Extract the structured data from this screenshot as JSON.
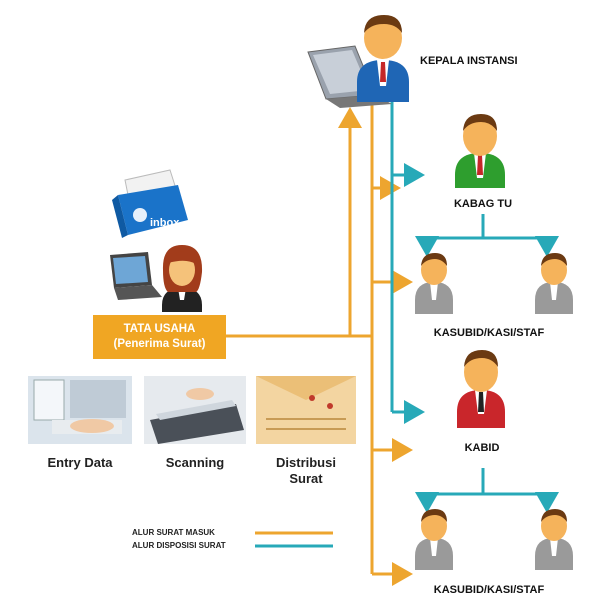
{
  "nodes": {
    "kepala": "KEPALA INSTANSI",
    "kabag_tu": "KABAG TU",
    "kasubid_1": "KASUBID/KASI/STAF",
    "kabid": "KABID",
    "kasubid_2": "KASUBID/KASI/STAF",
    "tata_usaha_title": "TATA USAHA",
    "tata_usaha_sub": "(Penerima Surat)",
    "inbox_label": "inbox"
  },
  "steps": {
    "entry": "Entry Data",
    "scanning": "Scanning",
    "distribusi_1": "Distribusi",
    "distribusi_2": "Surat"
  },
  "legend": {
    "masuk": "ALUR SURAT MASUK",
    "disposisi": "ALUR DISPOSISI SURAT"
  },
  "colors": {
    "orange": "#eda52f",
    "teal": "#27a9b8",
    "tata_box": "#f0a623"
  }
}
